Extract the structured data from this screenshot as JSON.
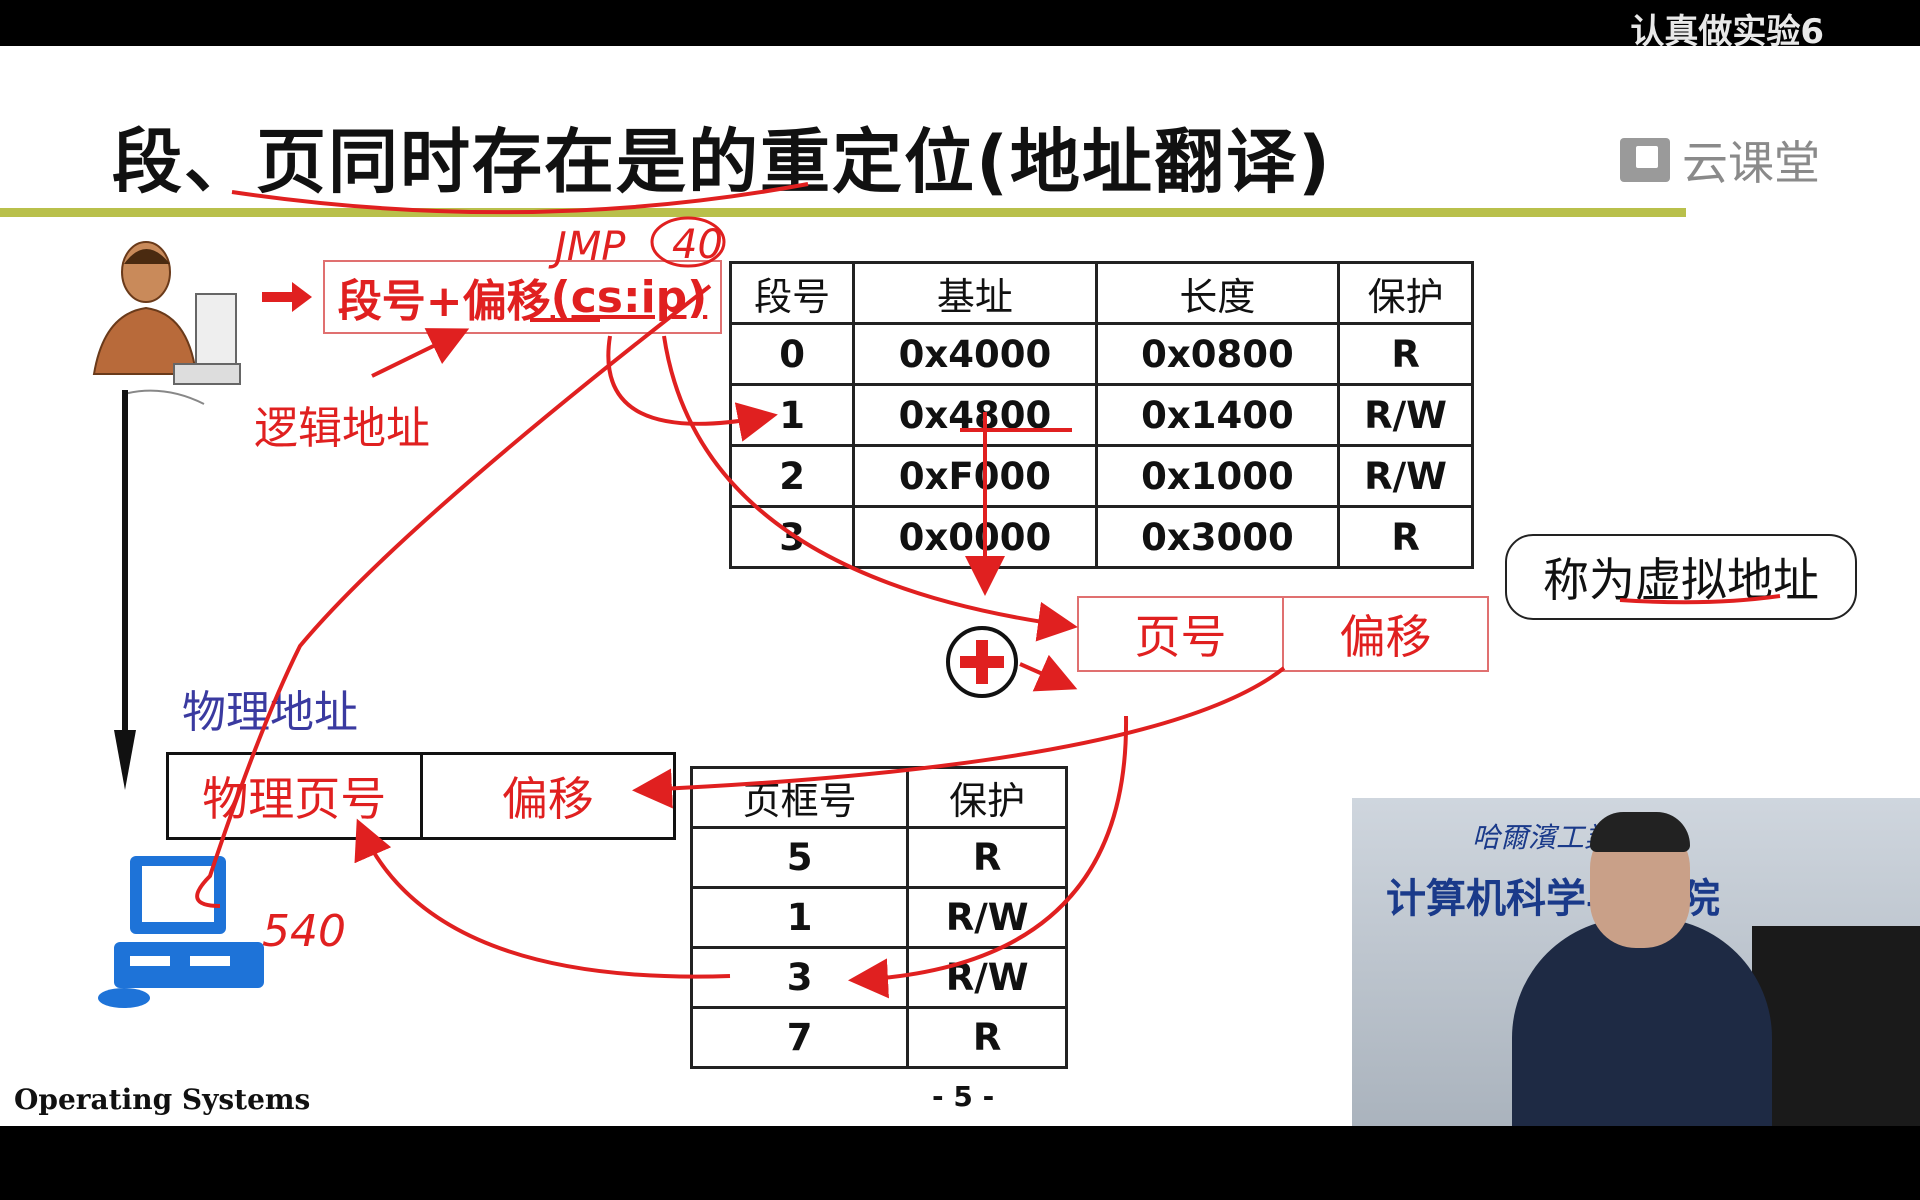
{
  "topbar": {
    "title": "认真做实验6"
  },
  "slide": {
    "title": "段、页同时存在是的重定位(地址翻译)",
    "logo_text": "云课堂",
    "logical_box": {
      "prefix": "段号+偏移",
      "csip": "(cs:ip)"
    },
    "logical_label": "逻辑地址",
    "segment_table": {
      "headers": [
        "段号",
        "基址",
        "长度",
        "保护"
      ],
      "rows": [
        [
          "0",
          "0x4000",
          "0x0800",
          "R"
        ],
        [
          "1",
          "0x4800",
          "0x1400",
          "R/W"
        ],
        [
          "2",
          "0xF000",
          "0x1000",
          "R/W"
        ],
        [
          "3",
          "0x0000",
          "0x3000",
          "R"
        ]
      ]
    },
    "virtual_box": {
      "page_no": "页号",
      "offset": "偏移"
    },
    "callout": "称为虚拟地址",
    "physical_label": "物理地址",
    "physical_box": {
      "frame_no": "物理页号",
      "offset": "偏移"
    },
    "page_table": {
      "headers": [
        "页框号",
        "保护"
      ],
      "rows": [
        [
          "5",
          "R"
        ],
        [
          "1",
          "R/W"
        ],
        [
          "3",
          "R/W"
        ],
        [
          "7",
          "R"
        ]
      ]
    },
    "handwriting": {
      "jmp": "JMP",
      "forty": "40",
      "five_forty": "540"
    },
    "footer": {
      "left": "Operating Systems",
      "page": "- 5 -"
    }
  },
  "video": {
    "banner_school": "哈爾濱工業大",
    "banner_dept": "计算机科学与技   院"
  },
  "colors": {
    "accent_red": "#e02020",
    "title_rule": "#b9c04b",
    "physical_label": "#3a3aa0"
  }
}
